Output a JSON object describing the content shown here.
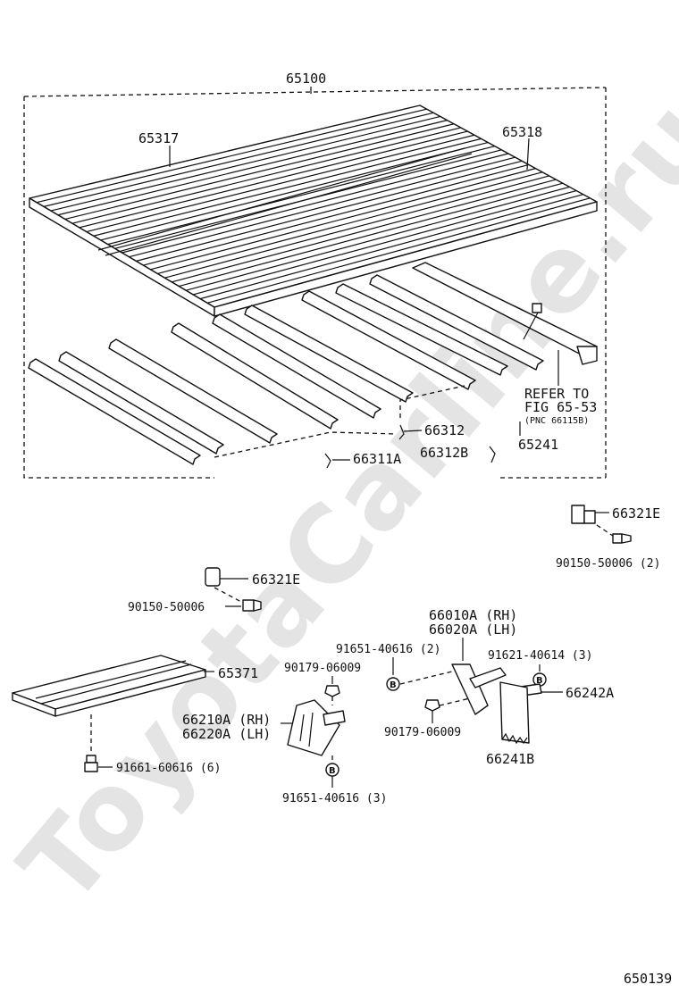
{
  "watermark": "ToyotaCarline.ru",
  "figure_code": "650139",
  "labels": {
    "p65100": "65100",
    "p65317": "65317",
    "p65318": "65318",
    "p66312": "66312",
    "p66311A": "66311A",
    "p66312B": "66312B",
    "p65241": "65241",
    "refer1": "REFER TO",
    "refer2": "FIG 65-53",
    "refer3": "(PNC 66115B)",
    "p66321E_right": "66321E",
    "p90150_right": "90150-50006 (2)",
    "p66321E_left": "66321E",
    "p90150_left": "90150-50006",
    "p66010A": "66010A (RH)",
    "p66020A": "66020A (LH)",
    "p91651_top": "91651-40616 (2)",
    "p91621": "91621-40614 (3)",
    "p90179_top": "90179-06009",
    "p65371": "65371",
    "p66242A": "66242A",
    "p66210A": "66210A (RH)",
    "p66220A": "66220A (LH)",
    "p90179_bottom": "90179-06009",
    "p66241B": "66241B",
    "p91661": "91661-60616 (6)",
    "p91651_bottom": "91651-40616 (3)"
  },
  "marker_letter": "B"
}
